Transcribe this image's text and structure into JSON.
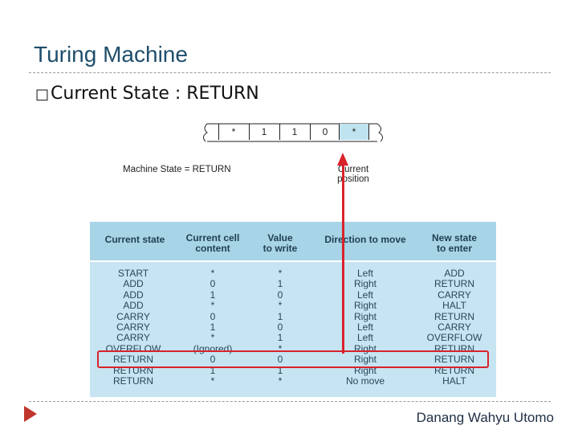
{
  "slide": {
    "title": "Turing Machine",
    "bullet_glyph": "□",
    "bullet_text": "Current State : RETURN",
    "author": "Danang Wahyu Utomo"
  },
  "tape": {
    "cells": [
      "*",
      "1",
      "1",
      "0",
      "*"
    ],
    "current_index": 4,
    "machine_state_label": "Machine State = RETURN",
    "current_position_label": [
      "Current",
      "position"
    ]
  },
  "table": {
    "headers": [
      [
        "Current state"
      ],
      [
        "Current cell",
        "content"
      ],
      [
        "Value",
        "to write"
      ],
      [
        "Direction to move"
      ],
      [
        "New state",
        "to enter"
      ]
    ],
    "rows": [
      [
        "START",
        "*",
        "*",
        "Left",
        "ADD"
      ],
      [
        "ADD",
        "0",
        "1",
        "Right",
        "RETURN"
      ],
      [
        "ADD",
        "1",
        "0",
        "Left",
        "CARRY"
      ],
      [
        "ADD",
        "*",
        "*",
        "Right",
        "HALT"
      ],
      [
        "CARRY",
        "0",
        "1",
        "Right",
        "RETURN"
      ],
      [
        "CARRY",
        "1",
        "0",
        "Left",
        "CARRY"
      ],
      [
        "CARRY",
        "*",
        "1",
        "Left",
        "OVERFLOW"
      ],
      [
        "OVERFLOW",
        "(Ignored)",
        "*",
        "Right",
        "RETURN"
      ],
      [
        "RETURN",
        "0",
        "0",
        "Right",
        "RETURN"
      ],
      [
        "RETURN",
        "1",
        "1",
        "Right",
        "RETURN"
      ],
      [
        "RETURN",
        "*",
        "*",
        "No move",
        "HALT"
      ]
    ],
    "highlighted_row_index": 8
  },
  "colors": {
    "highlight": "#d9232b",
    "table_bg": "#c6e4f1",
    "table_header_bg": "#a7d4e6",
    "title": "#1f4e6b"
  }
}
